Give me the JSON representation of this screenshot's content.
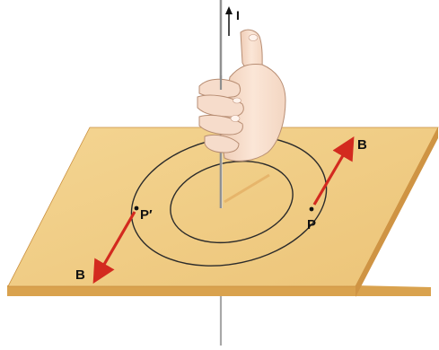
{
  "labels": {
    "current": "I",
    "field_right": "B",
    "field_left": "B",
    "point_right": "P",
    "point_left": "P′"
  },
  "colors": {
    "board_top": "#f0cd84",
    "board_edge": "#d9a24e",
    "field_arrow": "#d32a1f",
    "field_line": "#2b2b2b",
    "wire": "#9a9a9a",
    "skin": "#f7dcc8"
  },
  "icons": {
    "hand": "right-hand-thumb-up-icon",
    "current_arrow": "arrow-up-icon",
    "field_arrows": "arrow-icon"
  }
}
